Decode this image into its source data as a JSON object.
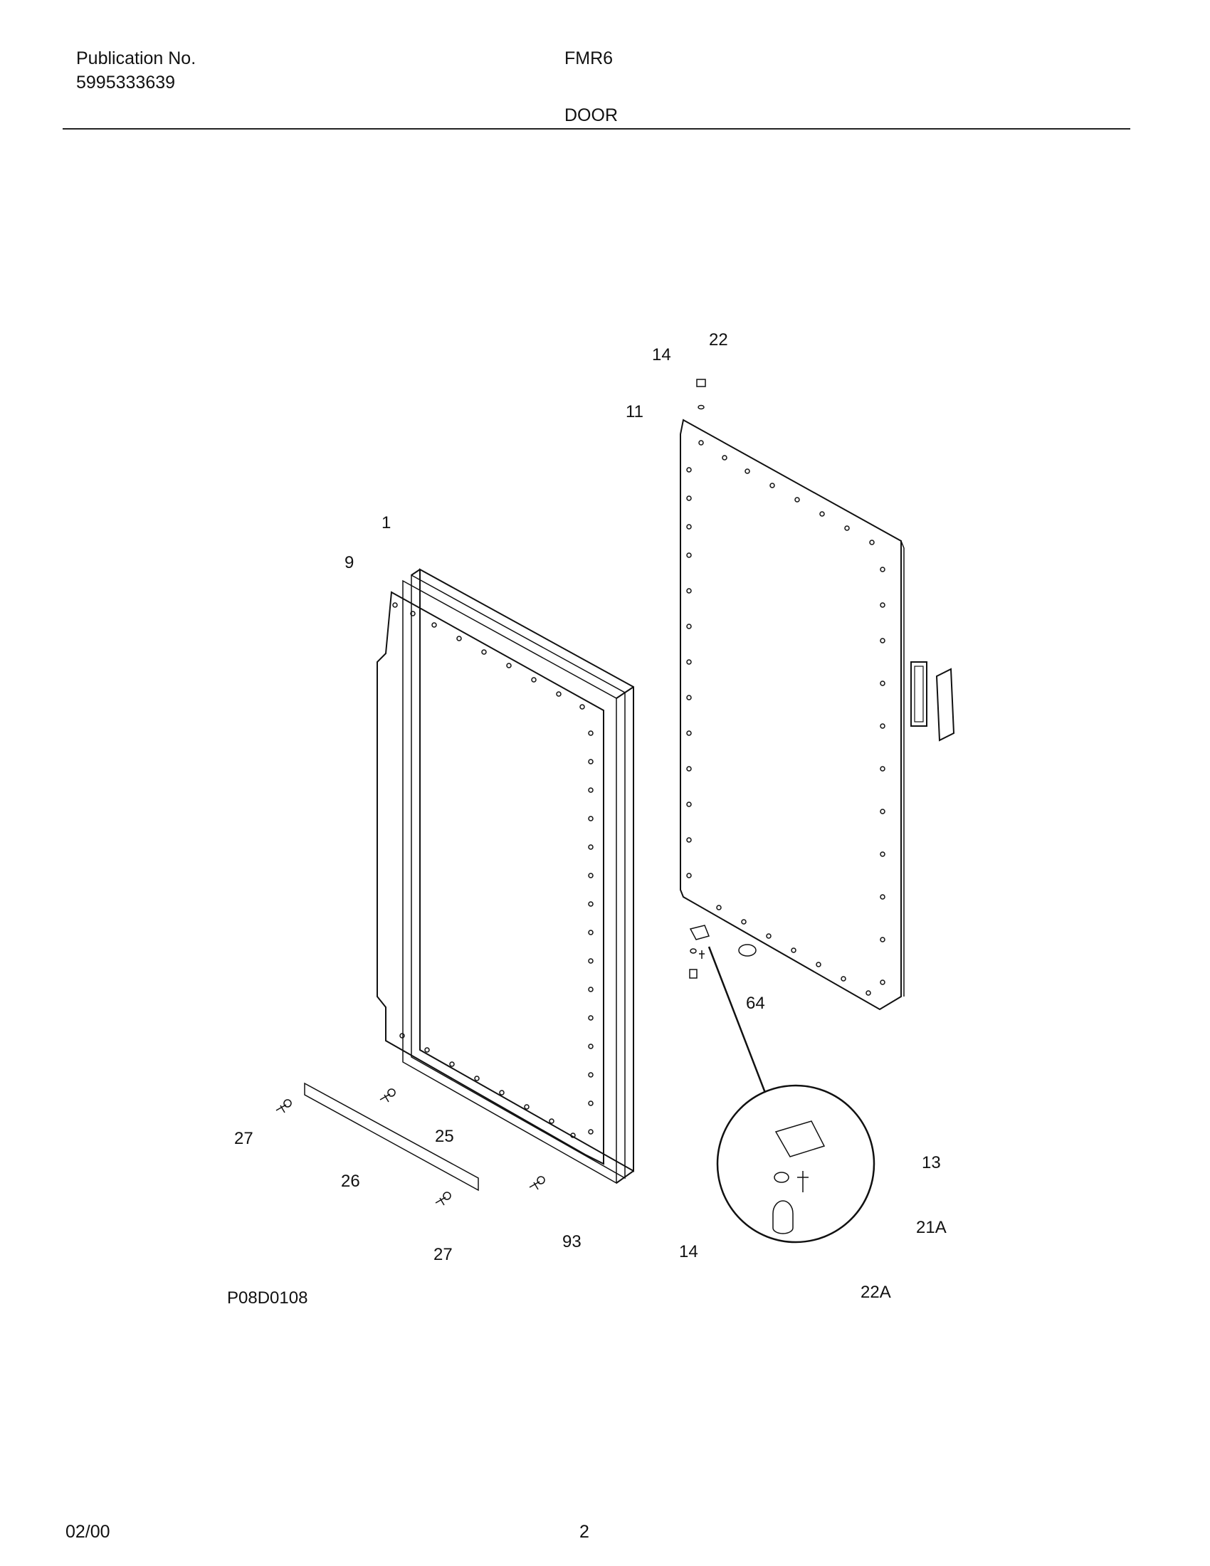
{
  "header": {
    "publication_label": "Publication No.",
    "publication_number": "5995333639",
    "model": "FMR6",
    "section": "DOOR"
  },
  "diagram": {
    "drawing_id": "P08D0108",
    "callouts": {
      "c22": "22",
      "c14_top": "14",
      "c11": "11",
      "c1": "1",
      "c9": "9",
      "c64": "64",
      "c27_left": "27",
      "c25": "25",
      "c26": "26",
      "c27_bottom": "27",
      "c93": "93",
      "c14_bottom": "14",
      "c13": "13",
      "c21a": "21A",
      "c22a": "22A"
    }
  },
  "footer": {
    "date": "02/00",
    "page": "2"
  }
}
